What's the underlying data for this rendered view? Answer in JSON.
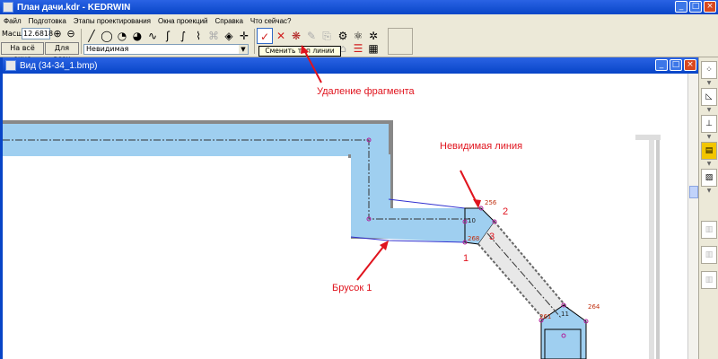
{
  "app": {
    "title": "План дачи.kdr - KEDRWIN",
    "window_buttons": [
      "_",
      "□",
      "×"
    ]
  },
  "menu": [
    "Файл",
    "Подготовка",
    "Этапы проектирования",
    "Окна проекций",
    "Справка",
    "Что сейчас?"
  ],
  "toolbar": {
    "scale_label": "Масшт",
    "scale_value": "12.6818",
    "fit_all_label": "На всё окно",
    "for_all_label": "Для всех",
    "line_type_value": "Невидимая",
    "tooltip": "Сменить тип линии"
  },
  "view_window": {
    "title": "Вид (34-34_1.bmp)"
  },
  "drawing": {
    "fill_color": "#9fcff0",
    "line_color": "#3030d0",
    "point_color": "#b0209a",
    "labels": {
      "p256": "256",
      "p10": "10",
      "p268": "268",
      "p261": "261",
      "p11": "11",
      "p264": "264"
    }
  },
  "annotations": {
    "delete_fragment": "Удаление фрагмента",
    "invisible_line": "Невидимая линия",
    "bar_1": "Брусок 1",
    "num_1": "1",
    "num_2": "2",
    "num_3": "3",
    "color": "#e0141e"
  }
}
